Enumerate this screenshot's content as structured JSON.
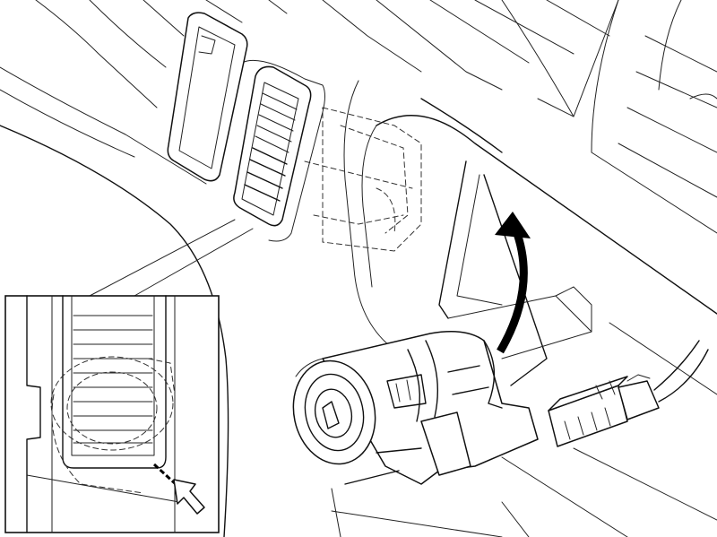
{
  "figure": {
    "background": "#ffffff",
    "line_color": "#111111",
    "parts": [
      "dashboard-panel",
      "air-vent",
      "lock-cylinder",
      "electrical-connector",
      "rotation-arrow",
      "inset-detail",
      "pointer-arrow-icon"
    ]
  }
}
